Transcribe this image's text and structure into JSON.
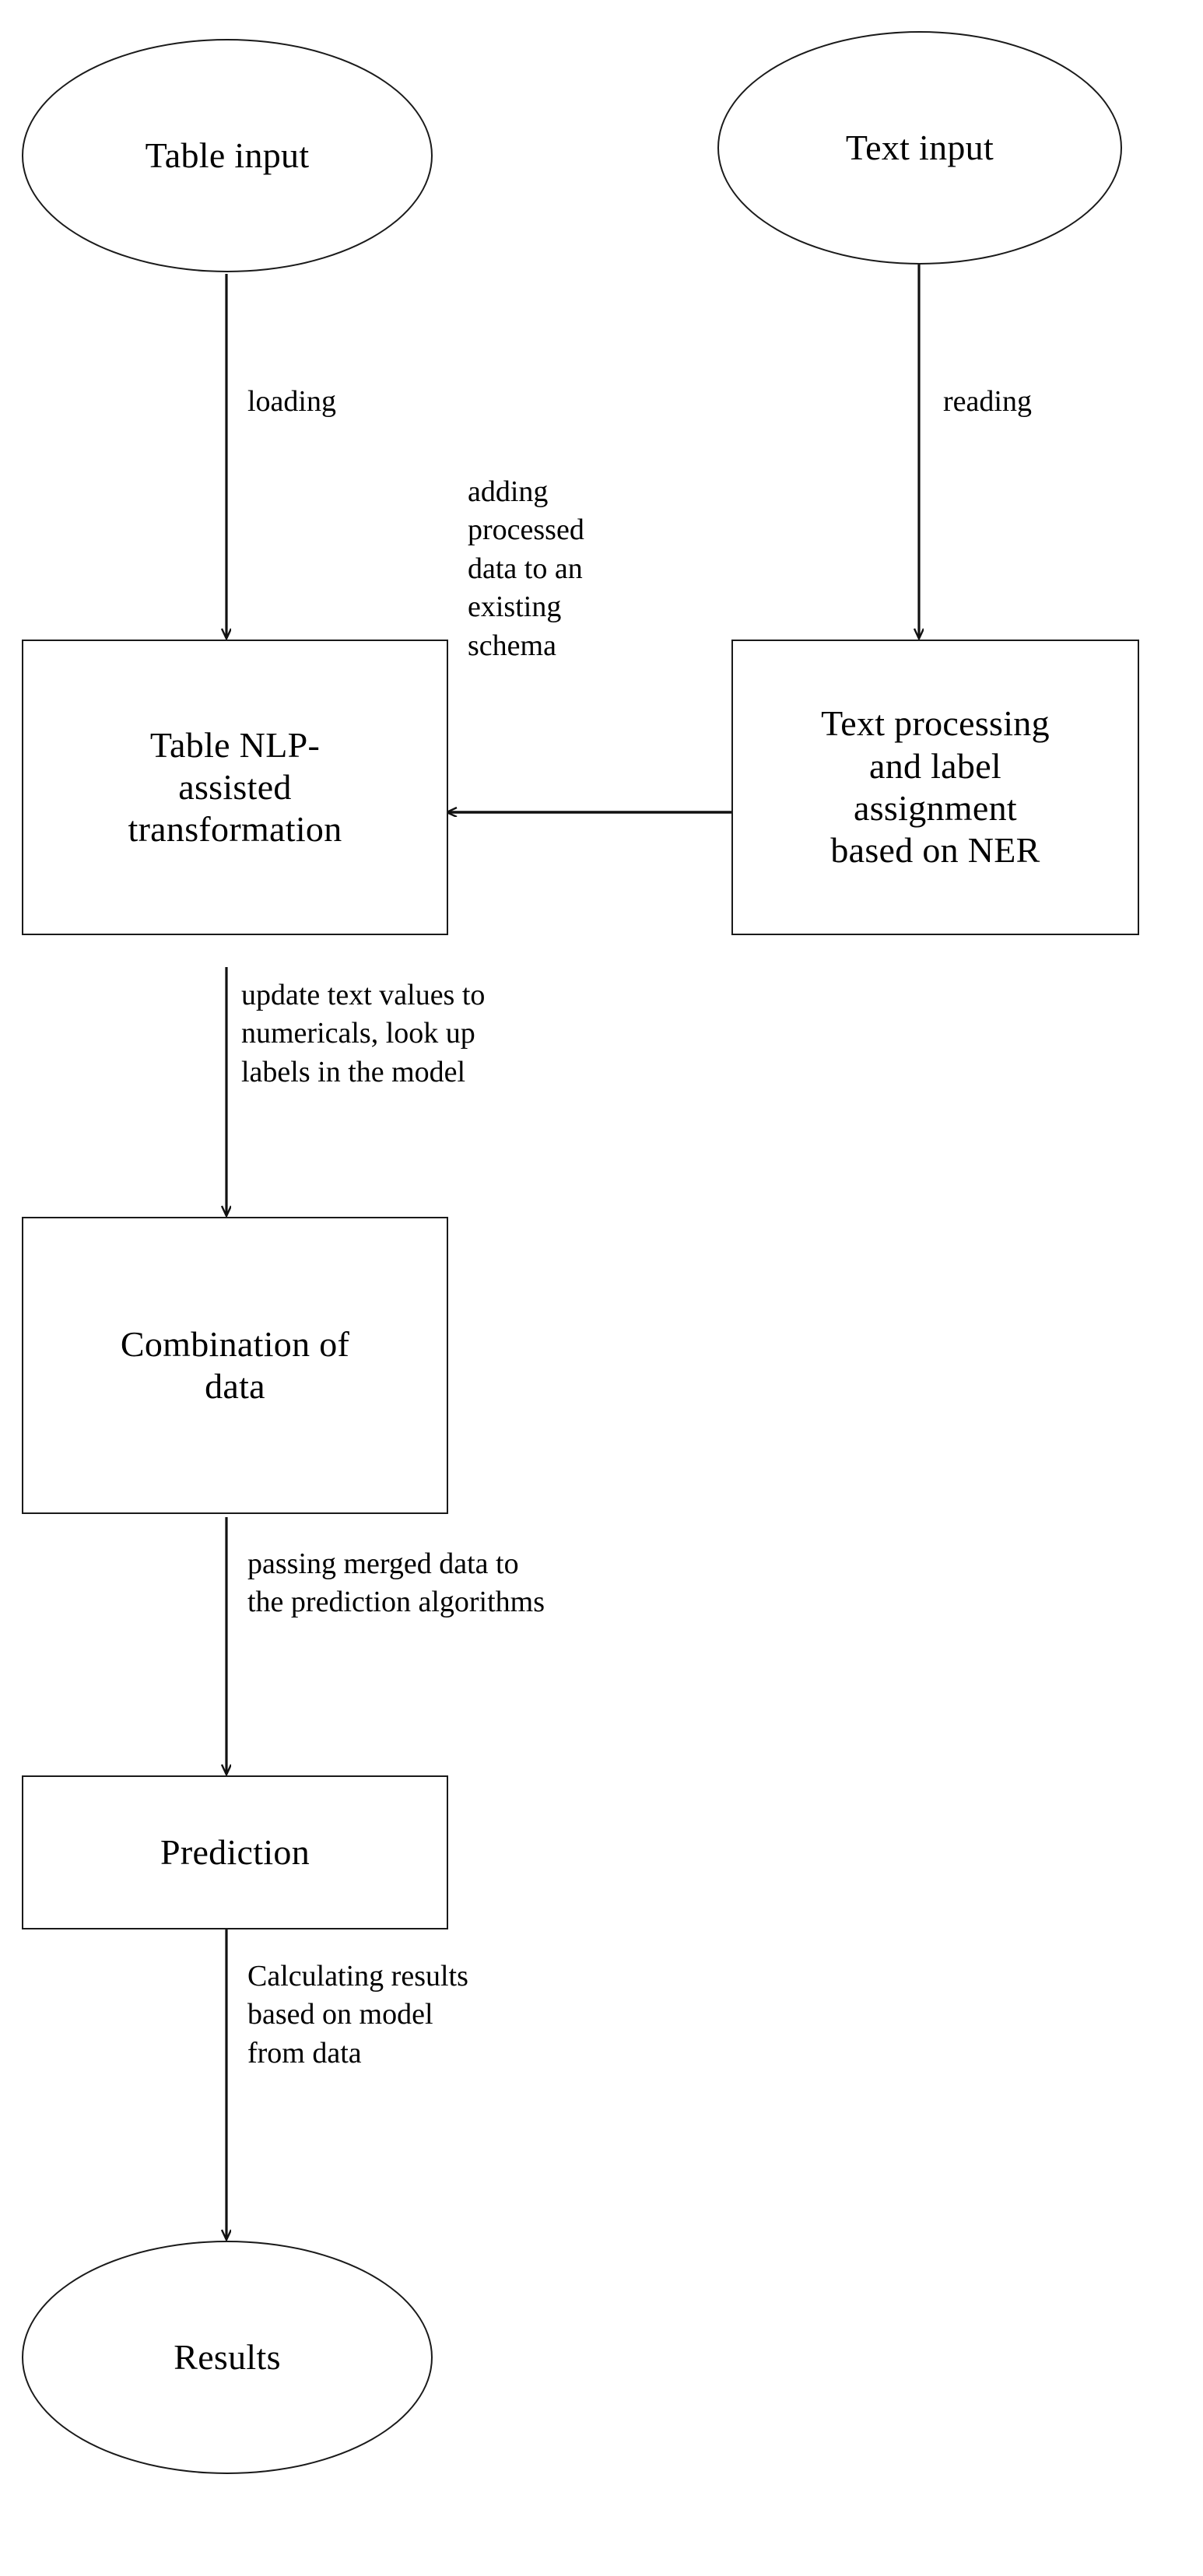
{
  "diagram": {
    "title": "Table and text input processing pipeline flowchart",
    "stroke_color": "#1a1a1a",
    "text_color": "#000000",
    "background_color": "#ffffff",
    "nodes": [
      {
        "id": "table-input",
        "shape": "ellipse",
        "label": "Table input"
      },
      {
        "id": "text-input",
        "shape": "ellipse",
        "label": "Text input"
      },
      {
        "id": "table-nlp",
        "shape": "rect",
        "label": "Table NLP-\nassisted\ntransformation"
      },
      {
        "id": "text-proc",
        "shape": "rect",
        "label": "Text processing\nand label\nassignment\nbased on NER"
      },
      {
        "id": "combination",
        "shape": "rect",
        "label": "Combination of\ndata"
      },
      {
        "id": "prediction",
        "shape": "rect",
        "label": "Prediction"
      },
      {
        "id": "results",
        "shape": "ellipse",
        "label": "Results"
      }
    ],
    "edges": [
      {
        "id": "table-input-to-table-nlp",
        "from": "table-input",
        "to": "table-nlp",
        "label": "loading",
        "direction": "down"
      },
      {
        "id": "text-input-to-text-proc",
        "from": "text-input",
        "to": "text-proc",
        "label": "reading",
        "direction": "down"
      },
      {
        "id": "text-proc-to-table-nlp",
        "from": "text-proc",
        "to": "table-nlp",
        "label": "adding\nprocessed\ndata to an\nexisting\nschema",
        "direction": "left"
      },
      {
        "id": "table-nlp-to-combination",
        "from": "table-nlp",
        "to": "combination",
        "label": "update text values to\nnumericals, look up\nlabels in the model",
        "direction": "down"
      },
      {
        "id": "combination-to-prediction",
        "from": "combination",
        "to": "prediction",
        "label": "passing merged data to\nthe prediction algorithms",
        "direction": "down"
      },
      {
        "id": "prediction-to-results",
        "from": "prediction",
        "to": "results",
        "label": "Calculating results\nbased on model\nfrom data",
        "direction": "down"
      }
    ]
  }
}
